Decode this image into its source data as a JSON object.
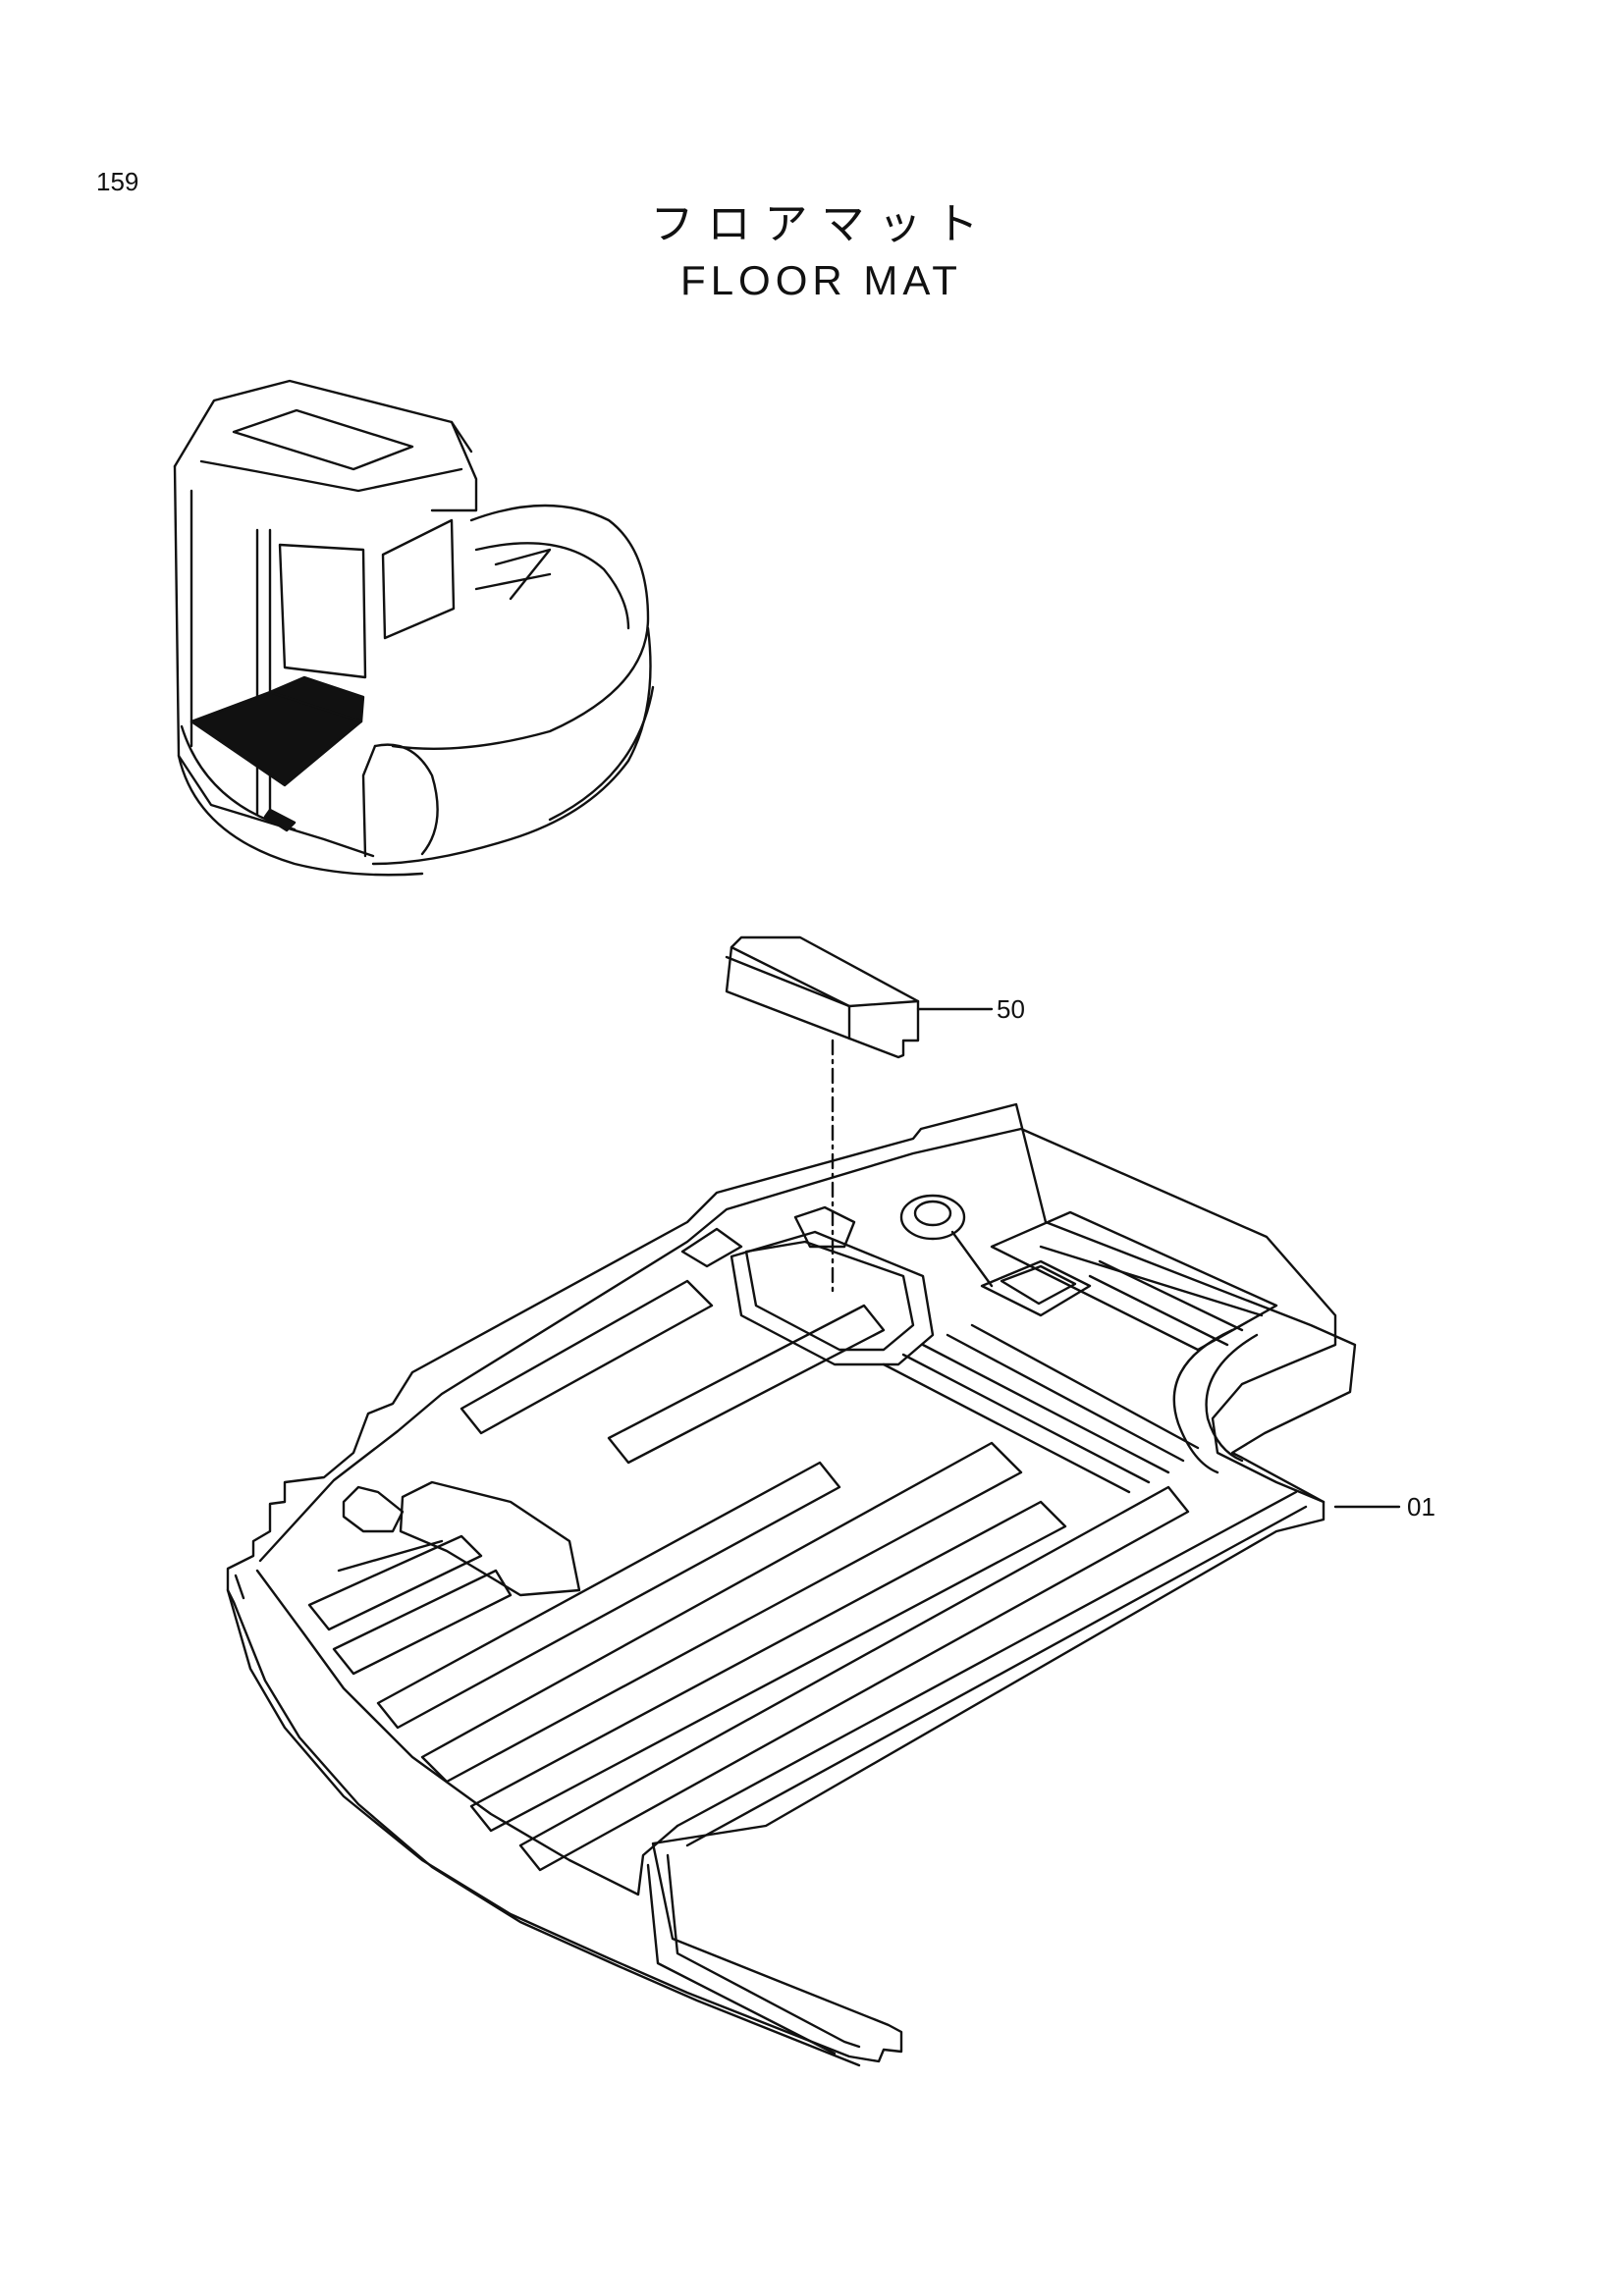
{
  "page": {
    "number": "159"
  },
  "title": {
    "japanese": "フロアマット",
    "english": "FLOOR MAT"
  },
  "callouts": [
    {
      "id": "50",
      "label": "50"
    },
    {
      "id": "01",
      "label": "01"
    }
  ]
}
